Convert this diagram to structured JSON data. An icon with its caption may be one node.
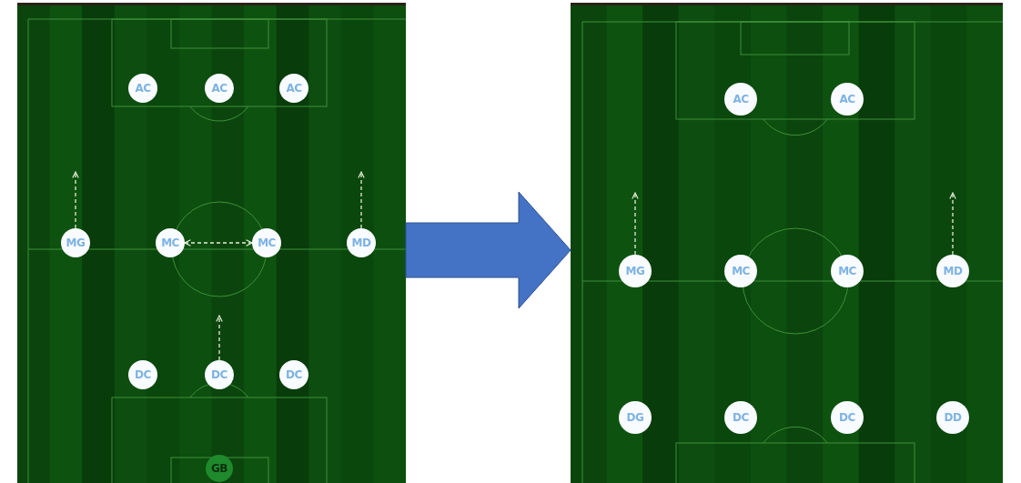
{
  "diagram": {
    "nodes": [
      {
        "text": [],
        "shape": "box"
      },
      {
        "text": [
          "AC"
        ],
        "in": 0
      },
      {
        "text": [
          "AC"
        ],
        "in": 0
      },
      {
        "text": [
          "AC"
        ],
        "in": 0
      },
      {
        "text": [
          "MG"
        ],
        "in": 0
      },
      {
        "text": [
          "MC"
        ],
        "in": 0
      },
      {
        "text": [
          "MC"
        ],
        "in": 0
      },
      {
        "text": [
          "MD"
        ],
        "in": 0
      },
      {
        "text": [
          "DC"
        ],
        "in": 0
      },
      {
        "text": [
          "DC"
        ],
        "in": 0
      },
      {
        "text": [
          "DC"
        ],
        "in": 0
      },
      {
        "text": [
          "GB"
        ],
        "in": 0
      },
      {
        "text": [],
        "shape": "box"
      },
      {
        "text": [
          "AC"
        ],
        "in": 12
      },
      {
        "text": [
          "AC"
        ],
        "in": 12
      },
      {
        "text": [
          "MG"
        ],
        "in": 12
      },
      {
        "text": [
          "MC"
        ],
        "in": 12
      },
      {
        "text": [
          "MC"
        ],
        "in": 12
      },
      {
        "text": [
          "MD"
        ],
        "in": 12
      },
      {
        "text": [
          "DG"
        ],
        "in": 12
      },
      {
        "text": [
          "DC"
        ],
        "in": 12
      },
      {
        "text": [
          "DC"
        ],
        "in": 12
      },
      {
        "text": [
          "DD"
        ],
        "in": 12
      }
    ],
    "edges": [
      {
        "from": 4,
        "to": null,
        "arrow": "to",
        "style": "dashed"
      },
      {
        "from": 7,
        "to": null,
        "arrow": "to",
        "style": "dashed"
      },
      {
        "from": 5,
        "to": 6,
        "arrow": "both",
        "style": "dashed"
      },
      {
        "from": 9,
        "to": null,
        "arrow": "to",
        "style": "dashed"
      },
      {
        "from": 0,
        "to": 12,
        "arrow": "to",
        "style": "thick",
        "color": "#4472c4"
      },
      {
        "from": 15,
        "to": null,
        "arrow": "to",
        "style": "dashed"
      },
      {
        "from": 18,
        "to": null,
        "arrow": "to",
        "style": "dashed"
      }
    ]
  }
}
